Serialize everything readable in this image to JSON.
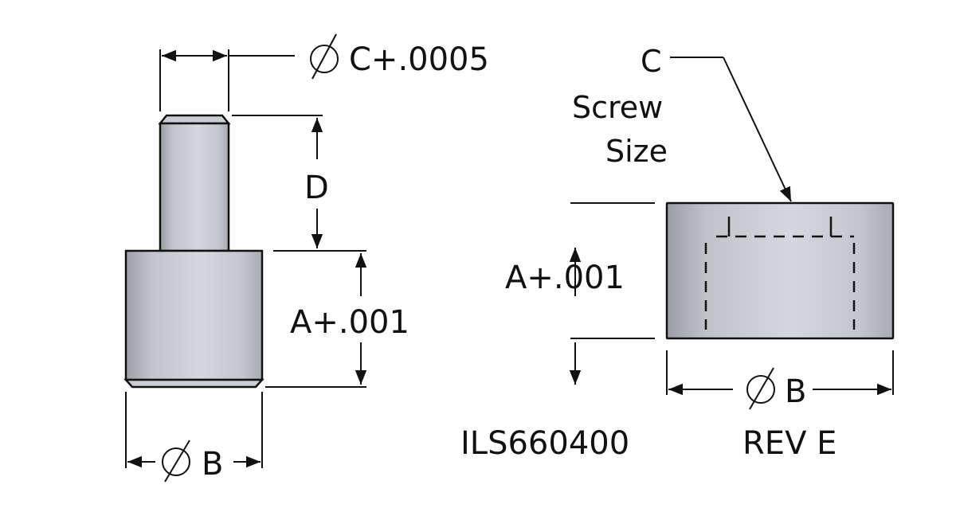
{
  "drawing": {
    "left_view": {
      "dim_c": "C+.0005",
      "dim_d": "D",
      "dim_a": "A+.001",
      "dim_b": "B"
    },
    "right_view": {
      "callout_letter": "C",
      "callout_line1": "Screw",
      "callout_line2": "Size",
      "dim_a": "A+.001",
      "dim_b": "B"
    },
    "part_number": "ILS660400",
    "revision": "REV E",
    "colors": {
      "line": "#111111",
      "part_light": "#d2d5db",
      "part_dark": "#9a9ca2"
    }
  }
}
